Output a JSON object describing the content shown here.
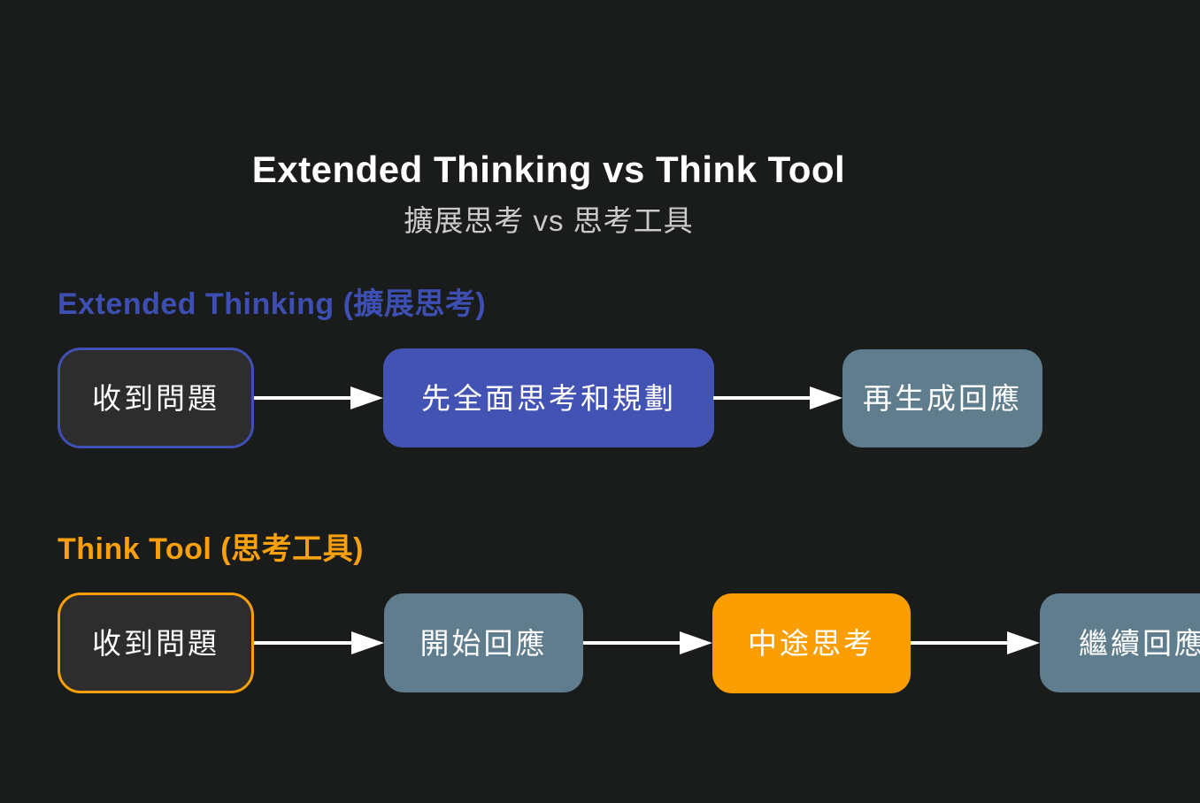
{
  "header": {
    "title": "Extended Thinking vs Think Tool",
    "subtitle": "擴展思考 vs 思考工具"
  },
  "colors": {
    "background": "#1a1b1b",
    "heading_blue": "#3d4fb2",
    "heading_orange": "#f9a00b",
    "node_indigo": "#4353b4",
    "node_slate": "#5f7d8c",
    "node_orange": "#fb9e04",
    "node_dark_fill": "#2d2d2d",
    "border_blue": "#3f51b5",
    "border_orange": "#f9a008",
    "arrow": "#ffffff",
    "text": "#ffffff",
    "subtitle_text": "#cbcbcb"
  },
  "sections": [
    {
      "heading": "Extended Thinking (擴展思考)",
      "nodes": [
        {
          "label": "收到問題",
          "style": "dark-with-blue-border"
        },
        {
          "label": "先全面思考和規劃",
          "style": "indigo"
        },
        {
          "label": "再生成回應",
          "style": "slate"
        }
      ]
    },
    {
      "heading": "Think Tool (思考工具)",
      "nodes": [
        {
          "label": "收到問題",
          "style": "dark-with-orange-border"
        },
        {
          "label": "開始回應",
          "style": "slate"
        },
        {
          "label": "中途思考",
          "style": "orange"
        },
        {
          "label": "繼續回應",
          "style": "slate"
        }
      ]
    }
  ]
}
